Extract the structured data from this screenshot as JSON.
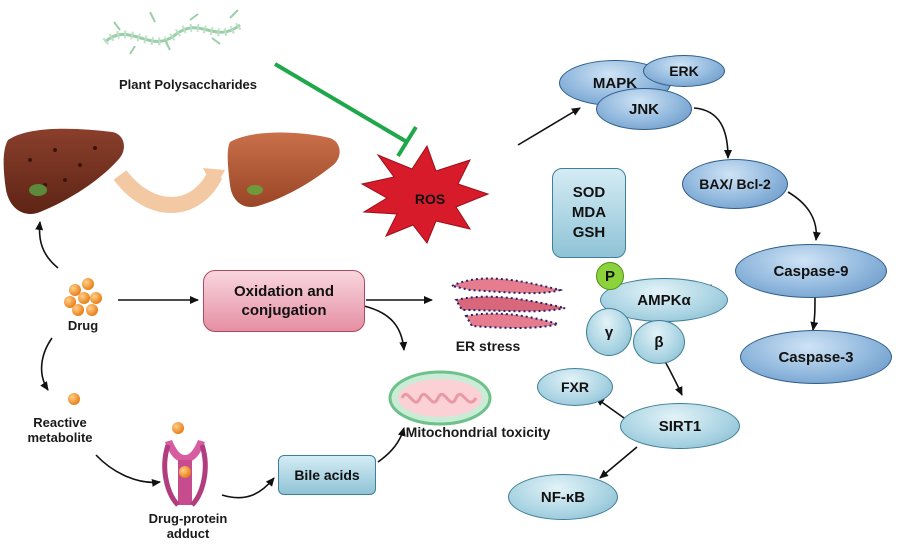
{
  "plant": {
    "label": "Plant Polysaccharides"
  },
  "drug": {
    "label": "Drug"
  },
  "reactive": {
    "label": "Reactive metabolite"
  },
  "adduct": {
    "label": "Drug-protein adduct"
  },
  "oxidation": {
    "label": "Oxidation and conjugation"
  },
  "bile": {
    "label": "Bile acids"
  },
  "er": {
    "label": "ER stress"
  },
  "mito": {
    "label": "Mitochondrial toxicity"
  },
  "ros": {
    "label": "ROS"
  },
  "markers": {
    "label": "SOD MDA GSH"
  },
  "mapk": {
    "label": "MAPK"
  },
  "erk": {
    "label": "ERK"
  },
  "jnk": {
    "label": "JNK"
  },
  "bax": {
    "label": "BAX/ Bcl-2"
  },
  "casp9": {
    "label": "Caspase-9"
  },
  "casp3": {
    "label": "Caspase-3"
  },
  "p": {
    "label": "P"
  },
  "ampk": {
    "label": "AMPKα"
  },
  "gamma": {
    "label": "γ"
  },
  "beta": {
    "label": "β"
  },
  "sirt1": {
    "label": "SIRT1"
  },
  "fxr": {
    "label": "FXR"
  },
  "nfkb": {
    "label": "NF-κB"
  },
  "colors": {
    "inhibit": "#1fa84a",
    "up_arrow": "#d01010",
    "ros": "#d81b2b",
    "line": "#111111"
  }
}
